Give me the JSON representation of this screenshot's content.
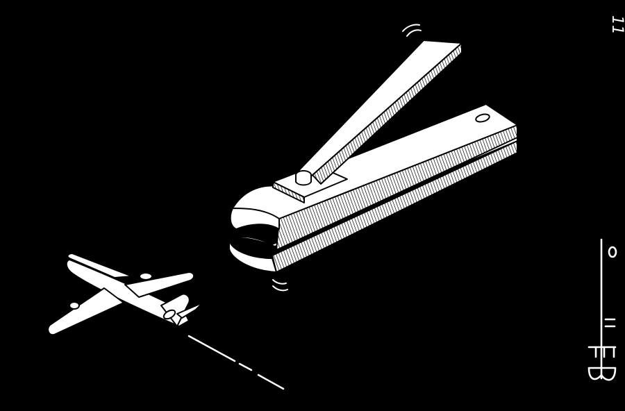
{
  "page_number": "11",
  "signature_text": "BETTO",
  "colors": {
    "background": "#000000",
    "ink": "#ffffff",
    "outline": "#000000"
  },
  "illustration": {
    "subjects": [
      "nail-clipper",
      "airplane"
    ]
  }
}
